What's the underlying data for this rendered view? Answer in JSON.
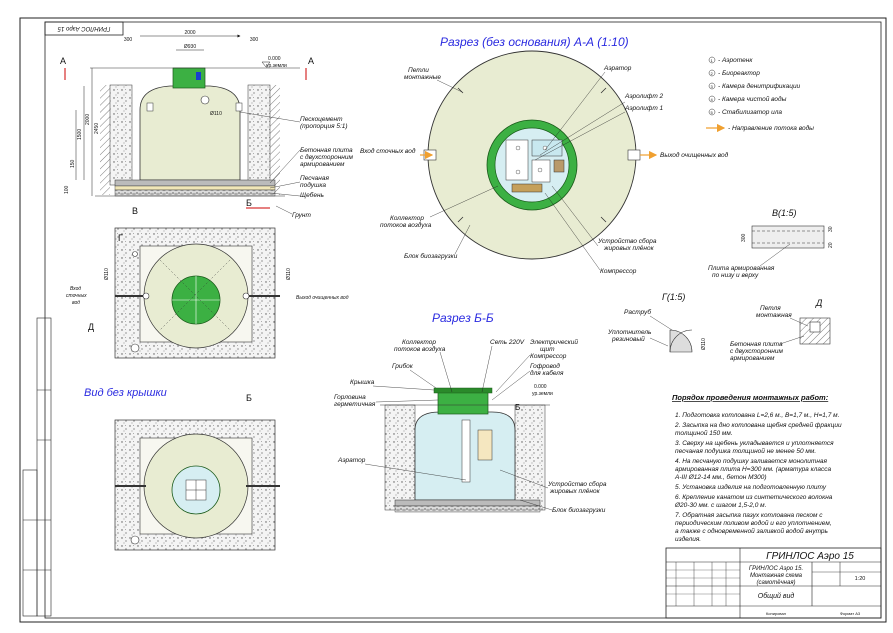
{
  "stamp_top": "ГРИНЛОС Аэро 15",
  "titles": {
    "section_aa": "Разрез (без основания) А-А (1:10)",
    "section_bb": "Разрез Б-Б",
    "view_no_lid": "Вид без крышки",
    "v_detail": "В(1:5)",
    "g_detail": "Г(1:5)",
    "d_detail": "Д"
  },
  "markers": {
    "a": "А",
    "b": "Б",
    "v": "В",
    "g": "Г",
    "d": "Д"
  },
  "dims": {
    "d2000": "2000",
    "d930": "Ø930",
    "d300": "300",
    "d300b": "300",
    "d0000": "0.000",
    "ground": "ур.земли",
    "d2450": "2450",
    "d2000v": "2000",
    "d1500": "1500",
    "d150": "150",
    "d100": "100",
    "d110": "Ø110",
    "d110v": "Ø110",
    "d110h": "Ø110"
  },
  "left_labels": {
    "sandcement": "Пескоцемент",
    "proportion": "(пропорция 5:1)",
    "plate1": "Бетонная плита",
    "plate2": "с двухсторонним",
    "plate3": "армированием",
    "sand1": "Песчаная",
    "sand2": "подушка",
    "gravel": "Щебень",
    "soil": "Грунт",
    "inlet1": "Вход",
    "inlet2": "сточных",
    "inlet3": "вод",
    "outlet": "Выход очищенных вод"
  },
  "aa_labels": {
    "loops1": "Петли",
    "loops2": "монтажные",
    "aerator": "Аэратор",
    "airlift2": "Аэролифт 2",
    "airlift1": "Аэролифт 1",
    "inlet": "Вход сточных вод",
    "outlet": "Выход очищенных вод",
    "collector1": "Коллектор",
    "collector2": "потоков воздуха",
    "bioload": "Блок биозагрузки",
    "skimmer1": "Устройство сбора",
    "skimmer2": "жировых плёнок",
    "compressor": "Компрессор"
  },
  "legend": [
    {
      "num": "1",
      "text": "- Аэротенк"
    },
    {
      "num": "2",
      "text": "- Биореактор"
    },
    {
      "num": "3",
      "text": "- Камера денитрификации"
    },
    {
      "num": "4",
      "text": "- Камера чистой воды"
    },
    {
      "num": "5",
      "text": "- Стабилизатор ила"
    }
  ],
  "legend_flow": "- Направление потока воды",
  "v_labels": {
    "d300": "300",
    "d30": "30",
    "d20": "20",
    "mesh1": "Плита армированная",
    "mesh2": "по низу и верху"
  },
  "g_labels": {
    "bell": "Раструб",
    "seal1": "Уплотнитель",
    "seal2": "резиновый",
    "d110": "Ø110"
  },
  "d_labels": {
    "loop1": "Петля",
    "loop2": "монтажная",
    "plate1": "Бетонная плита",
    "plate2": "с двухсторонним",
    "plate3": "армированием"
  },
  "bb_labels": {
    "collector1": "Коллектор",
    "collector2": "потоков воздуха",
    "net": "Сеть 220V",
    "shield1": "Электрический",
    "shield2": "щит",
    "compressor": "Компрессор",
    "gribok": "Грибок",
    "cover": "Крышка",
    "neck1": "Горловина",
    "neck2": "герметичная",
    "conduit1": "Гофровод",
    "conduit2": "для кабеля",
    "zero": "0.000",
    "ground": "ур.земли",
    "aerator": "Аэратор",
    "skimmer1": "Устройство сбора",
    "skimmer2": "жировых плёнок",
    "bioload": "Блок биозагрузки"
  },
  "procedure": {
    "heading": "Порядок проведения монтажных работ:",
    "items": [
      "1. Подготовка котлована L=2,6 м., B=1,7 м., H=1,7 м.",
      "2. Засыпка на дно котлована щебня средней фракции",
      "    толщиной 150 мм.",
      "3. Сверху на щебень укладывается и уплотняется",
      "    песчаная подушка толщиной не менее 50 мм.",
      "4. На песчаную подушку заливается монолитная",
      "    армированная плита H=300 мм. (арматура класса",
      "    А-III Ø12-14 мм., бетон М300)",
      "5. Установка изделия на подготовленную плиту",
      "6. Крепление канатом из синтетического волокна",
      "    Ø20-30 мм. с шагом 1,5-2,0 м.",
      "7. Обратная засыпка пазух котлована песком с",
      "    периодическим поливом водой и его уплотнением,",
      "    а также с одновременной заливкой водой внутрь",
      "    изделия."
    ]
  },
  "title_block": {
    "product": "ГРИНЛОС Аэро 15",
    "desc1": "ГРИНЛОС Аэро 15.",
    "desc2": "Монтажная схема",
    "desc3": "(самотёчная)",
    "scale": "1:20",
    "view": "Общий вид",
    "format": "Формат А3",
    "copied": "Копировал"
  },
  "colors": {
    "green_lid": "#3cb043",
    "tank_fill": "#e8ecd2",
    "water": "#d6eef2",
    "blue_title": "#2a2ae0",
    "flow_arrow": "#f0a030"
  }
}
